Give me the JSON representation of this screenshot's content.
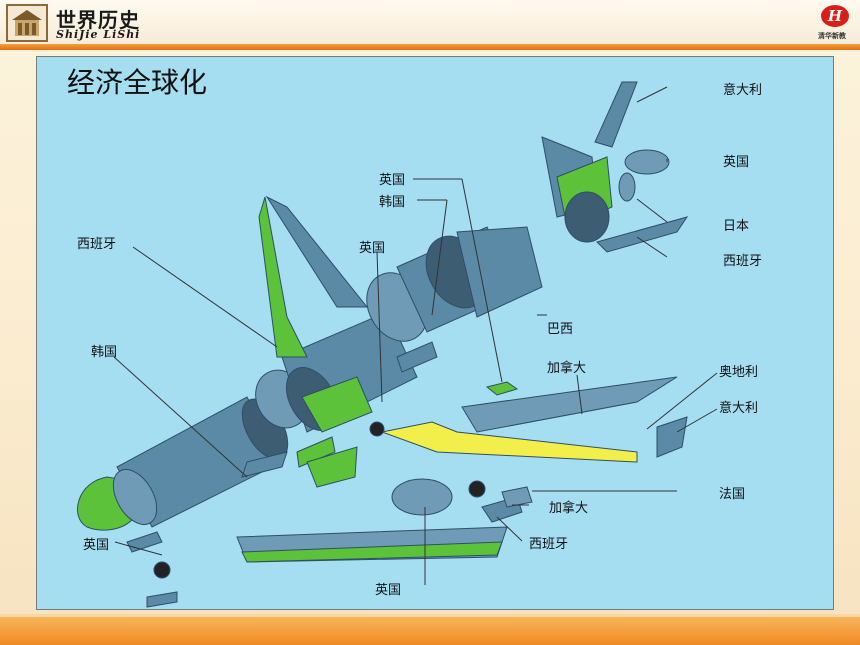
{
  "header": {
    "title": "世界历史",
    "subtitle": "ShiJie LiShi",
    "brand_text": "清华新教"
  },
  "slide": {
    "heading": "经济全球化"
  },
  "diagram": {
    "labels": {
      "tail_fin": "意大利",
      "engine_rear": "英国",
      "tail_cone": "日本",
      "stabilizer": "西班牙",
      "uk_wing_top": "英国",
      "korea_top": "韩国",
      "spain_left": "西班牙",
      "uk_mid": "英国",
      "korea_left": "韩国",
      "brazil": "巴西",
      "canada_top": "加拿大",
      "austria": "奥地利",
      "italy_wing": "意大利",
      "france": "法国",
      "canada_bottom": "加拿大",
      "spain_bottom": "西班牙",
      "uk_nose": "英国",
      "uk_bottom": "英国"
    }
  },
  "colors": {
    "fuselage": "#5a8aa6",
    "green_part": "#5cc23a",
    "yellow_part": "#f3ef4a",
    "panel_bg": "#a5ddf1"
  }
}
